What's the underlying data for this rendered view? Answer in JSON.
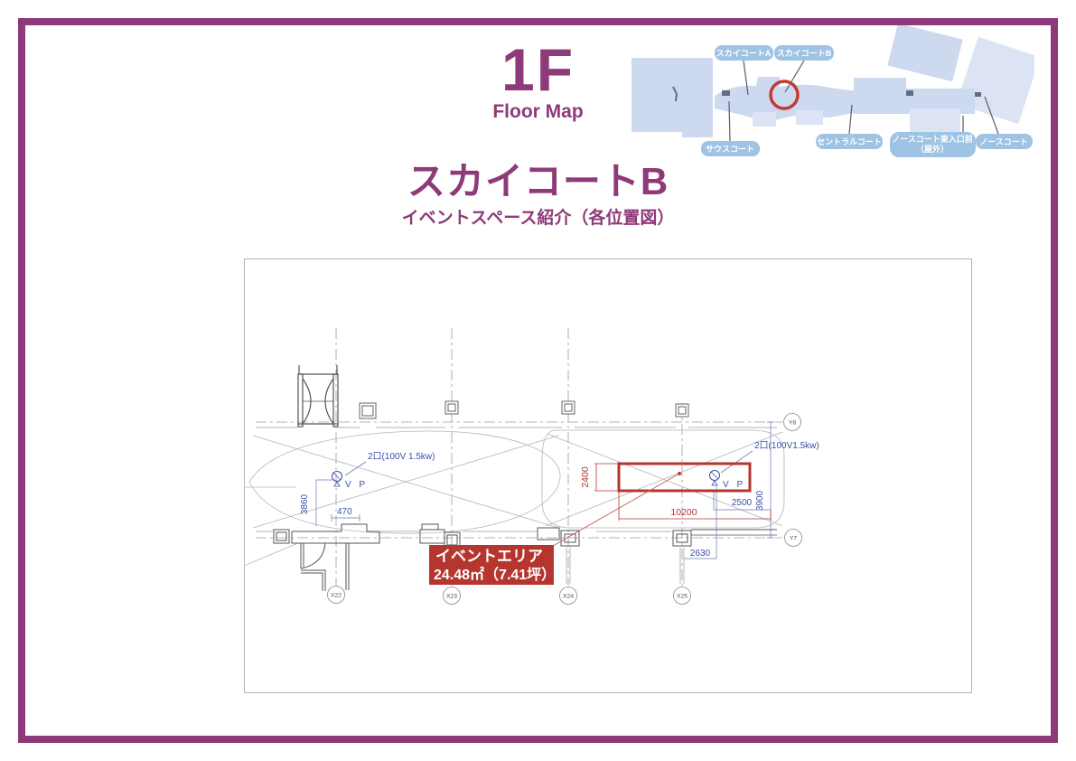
{
  "header": {
    "floor": "1F",
    "caption": "Floor Map"
  },
  "title": {
    "main": "スカイコートB",
    "sub": "イベントスペース紹介（各位置図）"
  },
  "minimap": {
    "labels": {
      "skycourt_a": "スカイコートA",
      "skycourt_b": "スカイコートB",
      "south": "サウスコート",
      "central": "セントラルコート",
      "north_east1": "ノースコート東入口前",
      "north_east2": "（屋外）",
      "north": "ノースコート"
    },
    "building_color": "#cdd9ee",
    "building_color2": "#dbe3f4",
    "pill_color": "#9fc3e3",
    "highlight_color": "#c23a35"
  },
  "drawing": {
    "event_area": {
      "title": "イベントエリア",
      "size": "24.48㎡（7.41坪）"
    },
    "outlet_left": {
      "label": "2口(100V 1.5kw)",
      "vp": "V P"
    },
    "outlet_right": {
      "label": "2口(100V1.5kw)",
      "vp": "V P"
    },
    "dims": {
      "v3860": "3860",
      "v470": "470",
      "v2400": "2400",
      "v10200": "10200",
      "v2500": "2500",
      "v3900": "3900",
      "v2630": "2630"
    },
    "grid": {
      "x22": "X22",
      "x23": "X23",
      "x24": "X24",
      "x25": "X25",
      "y8": "Y8",
      "y7": "Y7"
    },
    "colors": {
      "red": "#b5352f",
      "blue": "#3a50a8",
      "line": "#999999",
      "purple": "#8e3a78"
    }
  }
}
